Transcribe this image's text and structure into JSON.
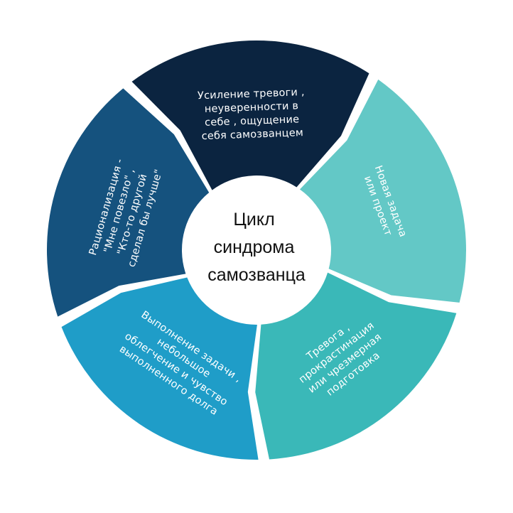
{
  "center": {
    "lines": [
      "Цикл",
      "синдрома",
      "самозванца"
    ]
  },
  "segments": [
    {
      "id": "new-task",
      "color": "#63c8c6",
      "lines": [
        "Новая  задача",
        "или   проект"
      ]
    },
    {
      "id": "anxiety",
      "color": "#3ab8b8",
      "lines": [
        "Тревога ,",
        "прокрастинация",
        "или  чрезмерная",
        "подготовка"
      ]
    },
    {
      "id": "completion",
      "color": "#1f9dc8",
      "lines": [
        "Выполнение  задачи ,",
        "небольшое",
        "облегчение  и  чувство",
        "выполненного  долга"
      ]
    },
    {
      "id": "rationalization",
      "color": "#15527e",
      "lines": [
        "Рационализация  -",
        "\"Мне  повезло\" ,",
        "\"Кто-то  другой",
        "сделал  бы  лучше\""
      ]
    },
    {
      "id": "increased-anxiety",
      "color": "#0b2440",
      "lines": [
        "Усиление  тревоги ,",
        "неуверенности  в",
        "себе ,  ощущение",
        "себя  самозванцем"
      ]
    }
  ]
}
